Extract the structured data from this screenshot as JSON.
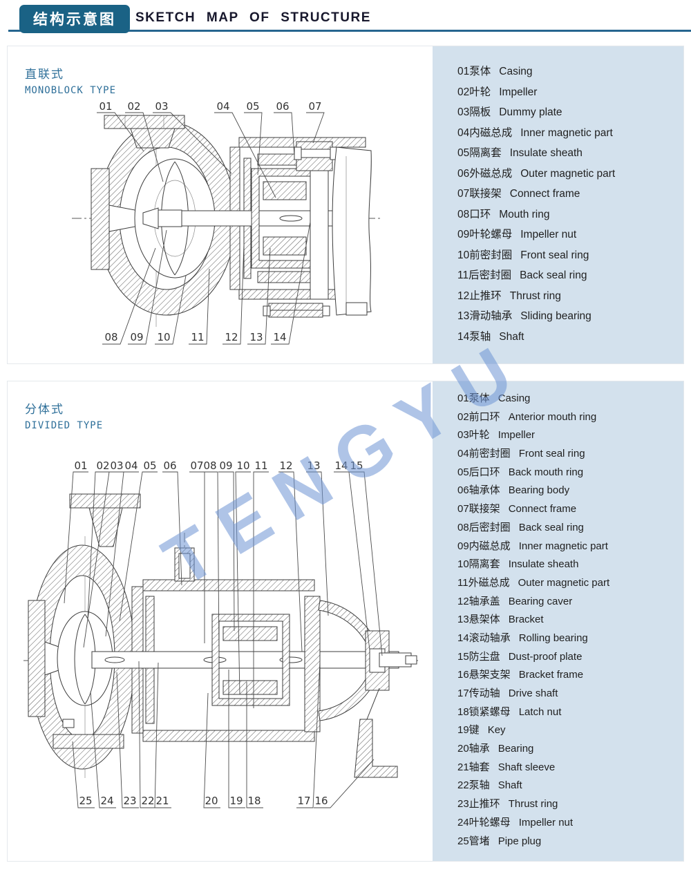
{
  "header": {
    "badge": "结构示意图",
    "title": "SKETCH MAP OF STRUCTURE"
  },
  "watermark": "TENGYU",
  "sections": [
    {
      "label_cn": "直联式",
      "label_en": "MONOBLOCK TYPE",
      "callouts_top": [
        "01",
        "02",
        "03",
        "04",
        "05",
        "06",
        "07"
      ],
      "callouts_bottom": [
        "08",
        "09",
        "10",
        "11",
        "12",
        "13",
        "14"
      ],
      "parts": [
        {
          "label": "01泵体",
          "en": "Casing"
        },
        {
          "label": "02叶轮",
          "en": "Impeller"
        },
        {
          "label": "03隔板",
          "en": "Dummy plate"
        },
        {
          "label": "04内磁总成",
          "en": "Inner magnetic part"
        },
        {
          "label": "05隔离套",
          "en": "Insulate sheath"
        },
        {
          "label": "06外磁总成",
          "en": "Outer magnetic part"
        },
        {
          "label": "07联接架",
          "en": "Connect frame"
        },
        {
          "label": "08口环",
          "en": "Mouth ring"
        },
        {
          "label": "09叶轮螺母",
          "en": "Impeller nut"
        },
        {
          "label": "10前密封圈",
          "en": "Front seal ring"
        },
        {
          "label": "11后密封圈",
          "en": "Back seal ring"
        },
        {
          "label": "12止推环",
          "en": "Thrust ring"
        },
        {
          "label": "13滑动轴承",
          "en": "Sliding bearing"
        },
        {
          "label": "14泵轴",
          "en": "Shaft"
        }
      ]
    },
    {
      "label_cn": "分体式",
      "label_en": "DIVIDED TYPE",
      "callouts_top": [
        "01",
        "02",
        "03",
        "04",
        "05",
        "06",
        "07",
        "08",
        "09",
        "10",
        "11",
        "12",
        "13",
        "14",
        "15"
      ],
      "callouts_bottom": [
        "25",
        "24",
        "23",
        "22",
        "21",
        "20",
        "19",
        "18",
        "17",
        "16"
      ],
      "parts": [
        {
          "label": "01泵体",
          "en": "Casing"
        },
        {
          "label": "02前口环",
          "en": "Anterior mouth ring"
        },
        {
          "label": "03叶轮",
          "en": "Impeller"
        },
        {
          "label": "04前密封圈",
          "en": "Front seal ring"
        },
        {
          "label": "05后口环",
          "en": "Back mouth ring"
        },
        {
          "label": "06轴承体",
          "en": "Bearing body"
        },
        {
          "label": "07联接架",
          "en": "Connect frame"
        },
        {
          "label": "08后密封圈",
          "en": "Back seal ring"
        },
        {
          "label": "09内磁总成",
          "en": "Inner magnetic part"
        },
        {
          "label": "10隔离套",
          "en": "Insulate sheath"
        },
        {
          "label": "11外磁总成",
          "en": "Outer magnetic part"
        },
        {
          "label": "12轴承盖",
          "en": "Bearing caver"
        },
        {
          "label": "13悬架体",
          "en": "Bracket"
        },
        {
          "label": "14滚动轴承",
          "en": "Rolling bearing"
        },
        {
          "label": "15防尘盘",
          "en": "Dust-proof plate"
        },
        {
          "label": "16悬架支架",
          "en": "Bracket frame"
        },
        {
          "label": "17传动轴",
          "en": "Drive shaft"
        },
        {
          "label": "18锁紧螺母",
          "en": "Latch nut"
        },
        {
          "label": "19键",
          "en": "Key"
        },
        {
          "label": "20轴承",
          "en": "Bearing"
        },
        {
          "label": "21轴套",
          "en": "Shaft sleeve"
        },
        {
          "label": "22泵轴",
          "en": "Shaft"
        },
        {
          "label": "23止推环",
          "en": "Thrust ring"
        },
        {
          "label": "24叶轮螺母",
          "en": "Impeller nut"
        },
        {
          "label": "25管堵",
          "en": "Pipe plug"
        }
      ]
    }
  ],
  "colors": {
    "badge_blue": "#1a6285",
    "rule_blue": "#26658f",
    "panel_blue": "#d3e1ed",
    "label_blue": "#2e6f99",
    "watermark_blue": "#6e95d5"
  }
}
